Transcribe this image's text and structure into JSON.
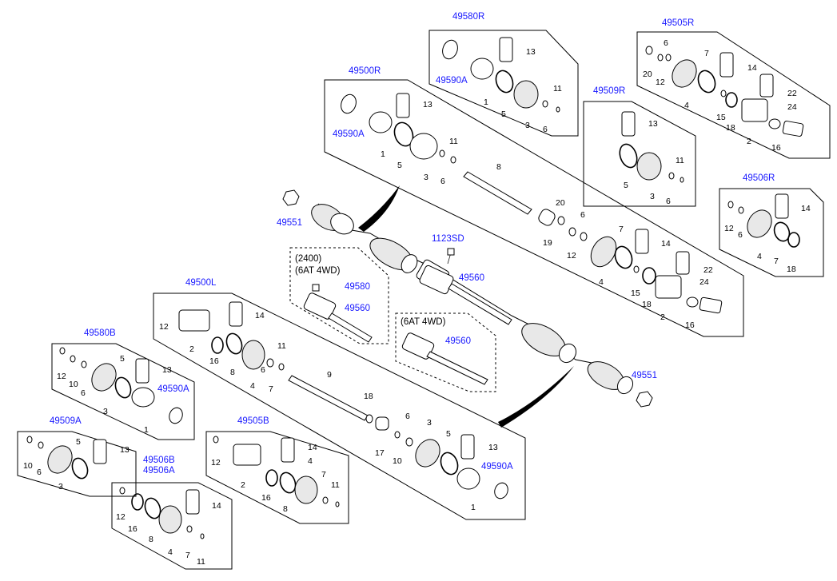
{
  "diagram": {
    "groups": {
      "g49580R": {
        "ref": "49580R",
        "callouts": [
          "49590A",
          "1",
          "5",
          "3",
          "6",
          "11",
          "13"
        ]
      },
      "g49505R": {
        "ref": "49505R",
        "callouts": [
          "20",
          "6",
          "12",
          "7",
          "4",
          "14",
          "15",
          "18",
          "2",
          "22",
          "24",
          "16"
        ]
      },
      "g49500R": {
        "ref": "49500R",
        "callouts": [
          "49590A",
          "1",
          "5",
          "3",
          "11",
          "6",
          "13",
          "8",
          "20",
          "19",
          "6",
          "12",
          "7",
          "4",
          "14",
          "15",
          "18",
          "2",
          "22",
          "24",
          "16"
        ]
      },
      "g49509R": {
        "ref": "49509R",
        "callouts": [
          "13",
          "5",
          "3",
          "11",
          "6"
        ]
      },
      "g49506R": {
        "ref": "49506R",
        "callouts": [
          "12",
          "6",
          "4",
          "7",
          "14",
          "18"
        ]
      },
      "g49500L": {
        "ref": "49500L",
        "callouts": [
          "12",
          "14",
          "2",
          "16",
          "8",
          "11",
          "6",
          "4",
          "7",
          "9",
          "18",
          "17",
          "10",
          "6",
          "3",
          "5",
          "13",
          "49590A",
          "1"
        ]
      },
      "g49580B": {
        "ref": "49580B",
        "callouts": [
          "12",
          "10",
          "6",
          "5",
          "13",
          "3",
          "49590A",
          "1"
        ]
      },
      "g49509A": {
        "ref": "49509A",
        "callouts": [
          "10",
          "6",
          "5",
          "13",
          "3"
        ]
      },
      "g49505B": {
        "ref": "49505B",
        "callouts": [
          "12",
          "14",
          "4",
          "2",
          "16",
          "7",
          "11",
          "8"
        ]
      },
      "g49506": {
        "refs": [
          "49506B",
          "49506A"
        ],
        "callouts": [
          "12",
          "16",
          "14",
          "8",
          "4",
          "7",
          "11"
        ]
      }
    },
    "loose_refs": {
      "nut_top": "49551",
      "nut_bottom": "49551",
      "bolt": "1123SD",
      "bracket_main": "49560",
      "bracket_2400": "49560",
      "bolt_2400": "49580",
      "bracket_6at": "49560"
    },
    "notes": {
      "box_2400_line1": "(2400)",
      "box_2400_line2": "(6AT 4WD)",
      "box_6at": "(6AT 4WD)"
    },
    "colors": {
      "reference_text": "#1a1aff",
      "line": "#000000"
    }
  }
}
